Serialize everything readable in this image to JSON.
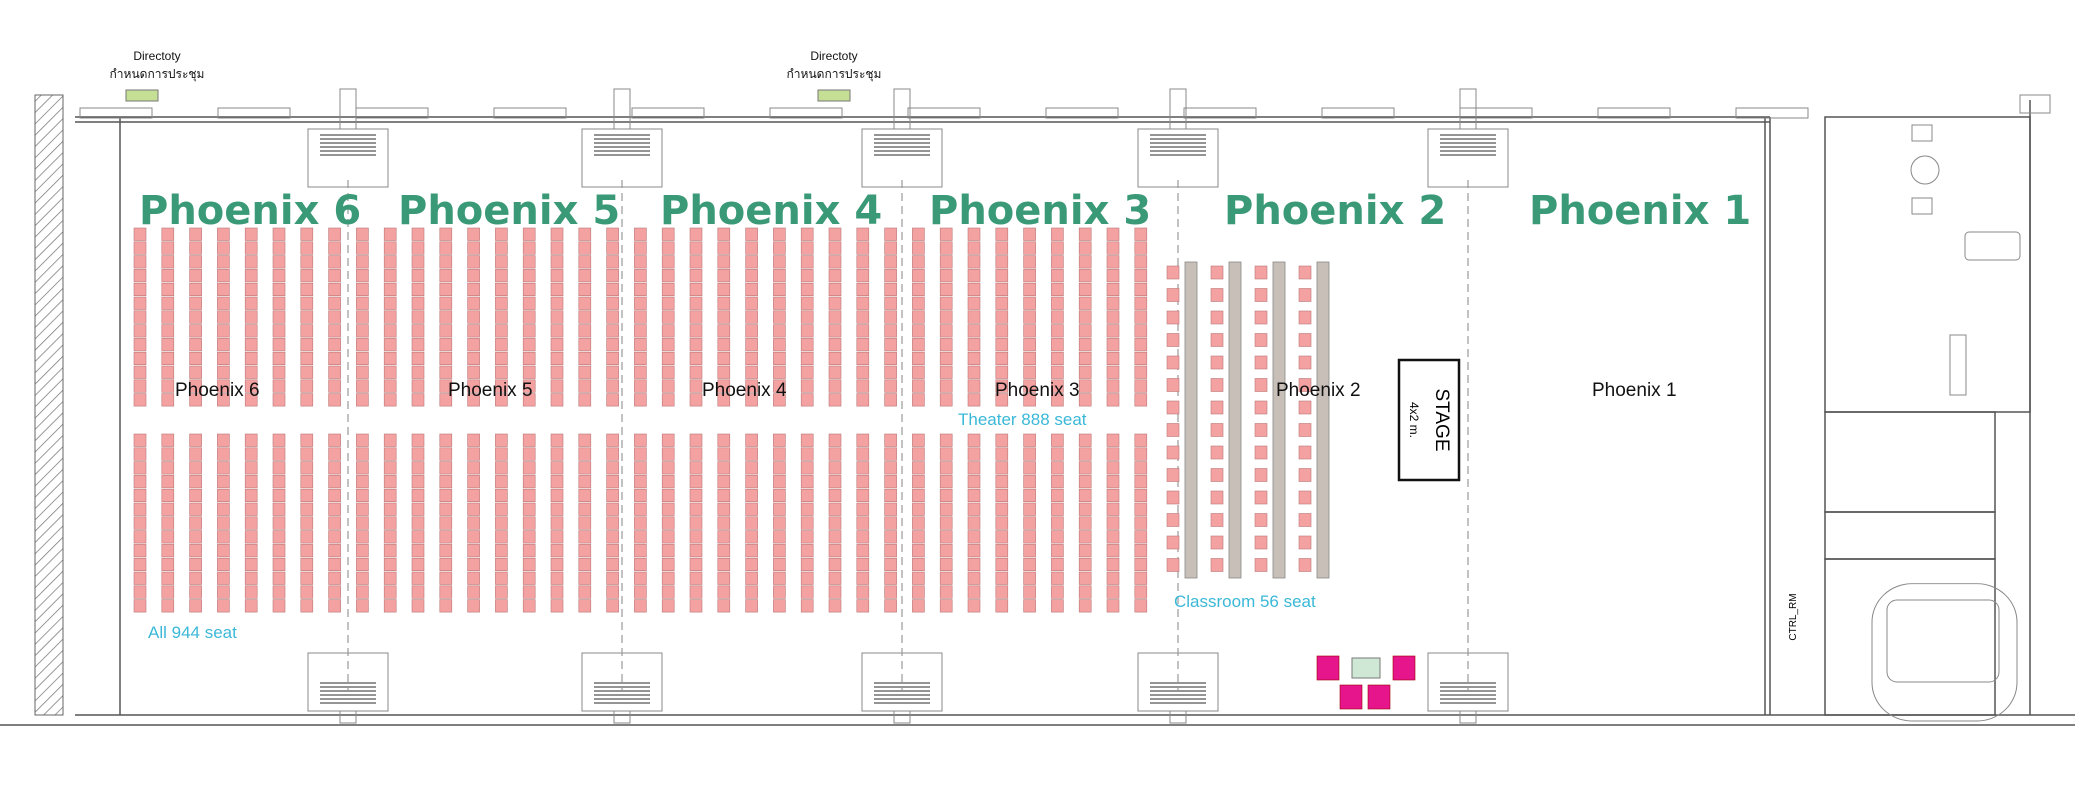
{
  "colors": {
    "title_green": "#3a9a78",
    "caption_cyan": "#3bb8d8",
    "seat_pink": "#f4a1a1",
    "table_grey": "#c8c0b8",
    "sofa_magenta": "#e6158c",
    "directory_green": "#c5df94",
    "coffee_table": "#cfe8d6"
  },
  "directories": [
    {
      "title": "Directoty",
      "subtitle": "กำหนดการประชุม"
    },
    {
      "title": "Directoty",
      "subtitle": "กำหนดการประชุม"
    }
  ],
  "section_titles": [
    "Phoenix 6",
    "Phoenix 5",
    "Phoenix 4",
    "Phoenix 3",
    "Phoenix 2",
    "Phoenix 1"
  ],
  "room_labels": [
    "Phoenix 6",
    "Phoenix 5",
    "Phoenix 4",
    "Phoenix 3",
    "Phoenix 2",
    "Phoenix 1"
  ],
  "captions": {
    "theater": "Theater 888 seat",
    "all": "All 944 seat",
    "classroom": "Classroom 56 seat"
  },
  "stage": {
    "label": "STAGE",
    "size": "4x2 m."
  },
  "control_room": "CTRL_RM"
}
